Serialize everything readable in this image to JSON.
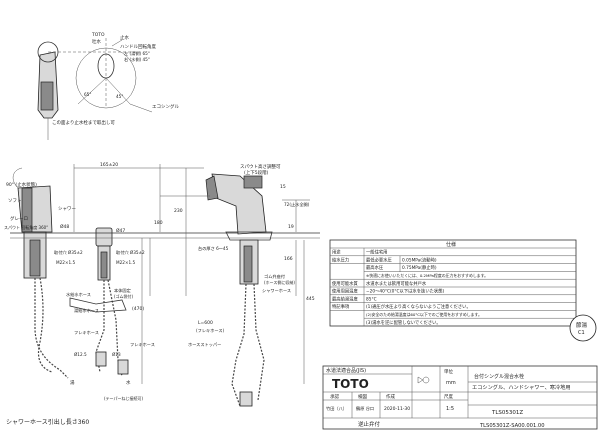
{
  "top_view": {
    "labels": {
      "toto_mark": "TOTO",
      "tosen": "吐水",
      "shisui": "止水",
      "handle_angle_title": "ハンドル回転角度",
      "handle_angle_l": "左 (湯側) 65°",
      "handle_angle_r": "右 (水側) 45°",
      "dim_65": "65°",
      "dim_45": "45°",
      "eco_single": "エコシングル",
      "recess_note": "この面より止水栓まで取出し可"
    }
  },
  "side_view": {
    "labels": {
      "dim_top": "165±20",
      "dim_spout": "スパウト高さ調整可",
      "dim_spout_sub": "(上下5段階)",
      "dim_15": "15",
      "dim_72": "72(止水全開)",
      "angle_90": "90° (止水状態)",
      "soft": "ソフト",
      "gray_lock": "グレーロ",
      "spout_rotate": "スパウト 回転角度 360°",
      "shower": "シャワー",
      "phi48": "Ø48",
      "phi47": "Ø47",
      "fix_hole_a": "取付穴 Ø35±2",
      "fix_hole_b": "取付穴 Ø35±2",
      "m22_a": "M22×1.5",
      "m22_b": "M22×1.5",
      "dim_230": "230",
      "dim_180": "180",
      "dim_166": "166",
      "dim_445": "445",
      "dim_470": "(470)",
      "dim_19": "19",
      "water_hose": "水給水ホース",
      "hot_hose": "湯給水ホース",
      "flex_hose": "フレキホース",
      "phi13": "Ø13",
      "phi125": "Ø12.5",
      "taper_note": "(テーパーねじ接続可)",
      "hot_label": "湯",
      "water_label": "水",
      "counter_thk": "台の厚さ 6〜45",
      "l600": "L=600",
      "flex_hose_2": "(フレキホース)",
      "hose_stopper": "ホースストッパー",
      "hose_stopper_2": "(ホース側に収納)",
      "rubber_valve": "ゴム弁座付",
      "shower_hose": "シャワーホース",
      "main_label": "本体固定",
      "gomu_bukuro": "(ゴム袋付)",
      "hose_length": "シャワーホース引出し長さ360"
    }
  },
  "spec_table": {
    "title": "仕様",
    "rows": [
      {
        "k1": "用途",
        "k2": "",
        "v": "一般住宅用"
      },
      {
        "k1": "給水圧力",
        "k2": "最低必要水圧",
        "v": "0.05MPa(流動時)"
      },
      {
        "k1": "",
        "k2": "最高水圧",
        "v": "0.75MPa(静止時)"
      },
      {
        "k1": "",
        "k2": "",
        "v": "※快適にお使いいただくには、0.2MPa程度の圧力をおすすめします。"
      },
      {
        "k1": "使用可能水質",
        "k2": "",
        "v": "水道水または飲用可能な井戸水"
      },
      {
        "k1": "使用周囲温度",
        "k2": "",
        "v": "−20〜40°C(0°C以下は水を抜いた状態)"
      },
      {
        "k1": "最高給湯温度",
        "k2": "",
        "v": "85°C"
      },
      {
        "k1": "特記事項",
        "k2": "",
        "v": "(1)通圧が水圧より高くならないようご注意ください。"
      },
      {
        "k1": "",
        "k2": "",
        "v": "(2)安全のため給湯温度は60°C以下でのご使用をおすすめします。"
      },
      {
        "k1": "",
        "k2": "",
        "v": "(3)湯水を逆に配管しないでください。"
      }
    ]
  },
  "stamp": {
    "line1": "節湯",
    "line2": "C1"
  },
  "title_block": {
    "jis": "水道法適合品(JIS)",
    "brand": "TOTO",
    "unit_label": "単位",
    "unit": "mm",
    "product_line": "台付シングル混合水栓",
    "product_desc": "エコシングル、ハンドシャワー、寒冷地用",
    "scale_label": "尺度",
    "scale": "1:5",
    "col_made": "作成",
    "col_check": "検図",
    "col_approve": "承認",
    "approve_name": "竹田（八）",
    "check_name": "鶴原\n谷口",
    "date": "2020-11-30",
    "model": "TLS05301Z",
    "part": "逆止弁付",
    "drawing_no": "TLS05301Z-SA00.001.00"
  }
}
